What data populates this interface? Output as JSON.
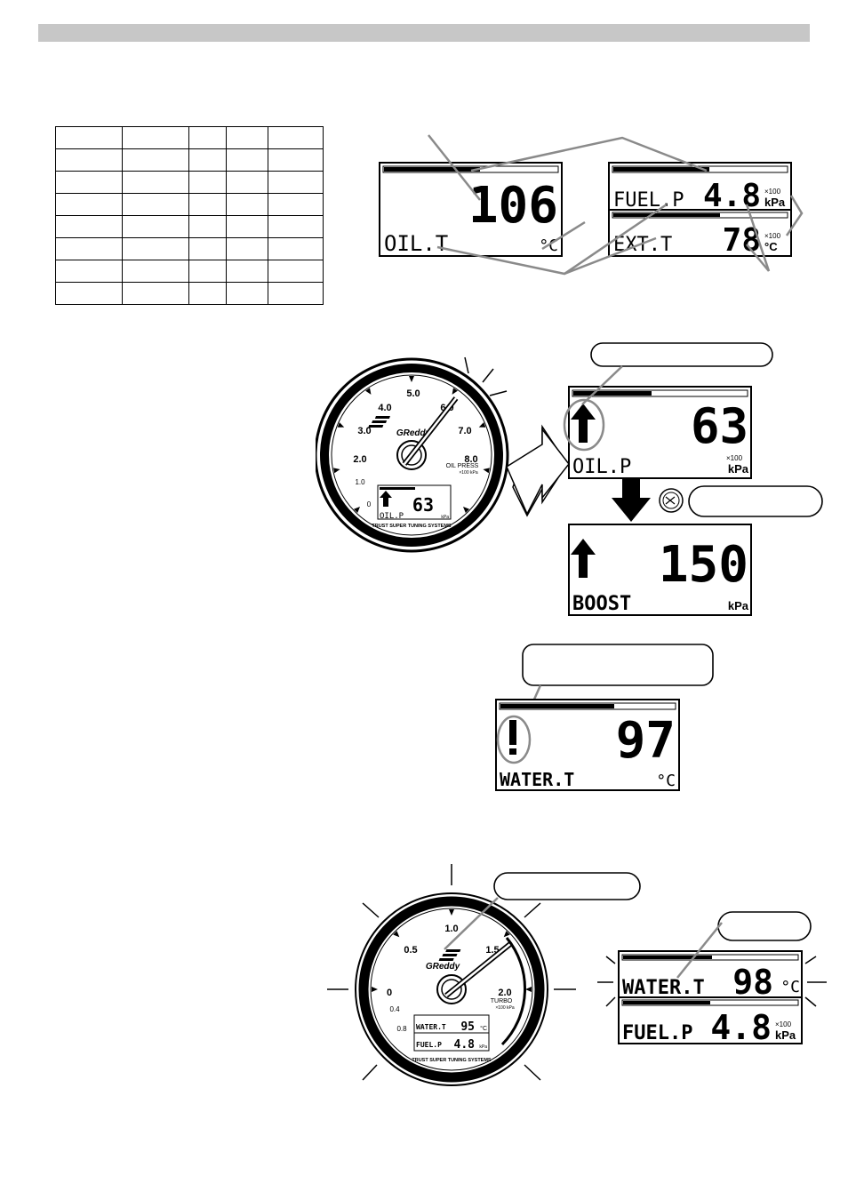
{
  "table": {
    "rows": 8,
    "cols": 5,
    "col_widths": null
  },
  "fig1": {
    "single": {
      "value": "106",
      "label": "OIL.T",
      "unit": "°C"
    },
    "dual": {
      "top": {
        "label": "FUEL.P",
        "value": "4.8",
        "mult": "×100",
        "unit": "kPa"
      },
      "bottom": {
        "label": "EXT.T",
        "value": "78",
        "mult": "×100",
        "unit": "°C"
      }
    }
  },
  "fig2": {
    "gauge": {
      "ticks": [
        "0",
        "1.0",
        "2.0",
        "3.0",
        "4.0",
        "5.0",
        "6.0",
        "7.0",
        "8.0"
      ],
      "brand": "GReddy",
      "scale_name": "OIL PRESS",
      "scale_unit": "×100 kPa",
      "footer": "TRUST SUPER TUNING SYSTEMS",
      "mini": {
        "value": "63",
        "label": "OIL.P",
        "unit": "kPa"
      }
    },
    "screen_a": {
      "value": "63",
      "label": "OIL.P",
      "mult": "×100",
      "unit": "kPa"
    },
    "screen_b": {
      "value": "150",
      "label": "BOOST",
      "unit": "kPa"
    },
    "button_icon": "peak-hold-button-icon"
  },
  "fig3": {
    "value": "97",
    "label": "WATER.T",
    "unit": "°C"
  },
  "fig4": {
    "gauge": {
      "ticks": [
        "0",
        "0.4",
        "0.8",
        "0.5",
        "1.0",
        "1.5",
        "2.0"
      ],
      "brand": "GReddy",
      "scale_name": "TURBO",
      "scale_unit": "×100 kPa",
      "footer": "TRUST SUPER TUNING SYSTEMS",
      "mini": {
        "top": {
          "label": "WATER.T",
          "value": "95",
          "unit": "°C"
        },
        "bottom": {
          "label": "FUEL.P",
          "value": "4.8",
          "unit": "kPa"
        }
      }
    },
    "screen": {
      "top": {
        "label": "WATER.T",
        "value": "98",
        "unit": "°C"
      },
      "bottom": {
        "label": "FUEL.P",
        "value": "4.8",
        "mult": "×100",
        "unit": "kPa"
      }
    }
  }
}
